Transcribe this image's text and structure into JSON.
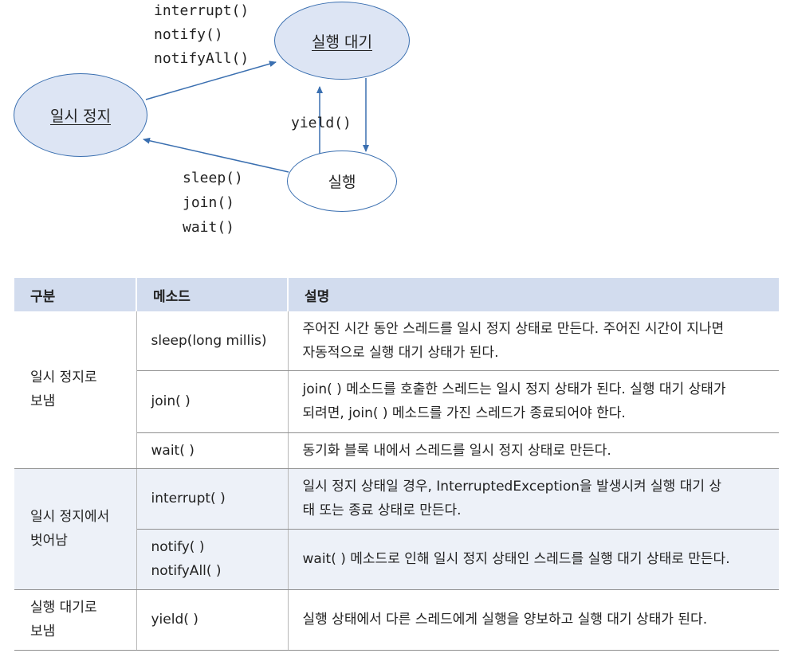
{
  "diagram": {
    "nodes": {
      "runnable": "실행 대기",
      "paused": "일시 정지",
      "running": "실행"
    },
    "to_runnable_methods": [
      "interrupt()",
      "notify()",
      "notifyAll()"
    ],
    "to_paused_methods": [
      "sleep()",
      "join()",
      "wait()"
    ],
    "yield_method": "yield()",
    "colors": {
      "node_fill": "#dde5f4",
      "stroke": "#3a6fb0",
      "header_bg": "#d2dcee"
    }
  },
  "table": {
    "headers": [
      "구분",
      "메소드",
      "설명"
    ],
    "groups": [
      {
        "category": [
          "일시 정지로",
          "보냄"
        ],
        "rows": [
          {
            "method": [
              "sleep(long millis)"
            ],
            "desc": [
              "주어진 시간 동안 스레드를 일시 정지 상태로 만든다. 주어진 시간이 지나면",
              "자동적으로 실행 대기 상태가 된다."
            ]
          },
          {
            "method": [
              "join( )"
            ],
            "desc": [
              "join( ) 메소드를 호출한 스레드는 일시 정지 상태가 된다. 실행 대기 상태가",
              "되려면, join( ) 메소드를 가진 스레드가 종료되어야 한다."
            ]
          },
          {
            "method": [
              "wait( )"
            ],
            "desc": [
              "동기화 블록 내에서 스레드를 일시 정지 상태로 만든다."
            ]
          }
        ]
      },
      {
        "category": [
          "일시 정지에서",
          "벗어남"
        ],
        "rows": [
          {
            "method": [
              "interrupt( )"
            ],
            "desc": [
              "일시 정지 상태일 경우, InterruptedException을 발생시켜 실행 대기 상",
              "태 또는 종료 상태로 만든다."
            ]
          },
          {
            "method": [
              "notify( )",
              "notifyAll( )"
            ],
            "desc": [
              "wait( ) 메소드로 인해 일시 정지 상태인 스레드를 실행 대기 상태로 만든다."
            ]
          }
        ]
      },
      {
        "category": [
          "실행 대기로",
          "보냄"
        ],
        "rows": [
          {
            "method": [
              "yield( )"
            ],
            "desc": [
              "실행 상태에서 다른 스레드에게 실행을 양보하고 실행 대기 상태가 된다."
            ]
          }
        ]
      }
    ]
  }
}
